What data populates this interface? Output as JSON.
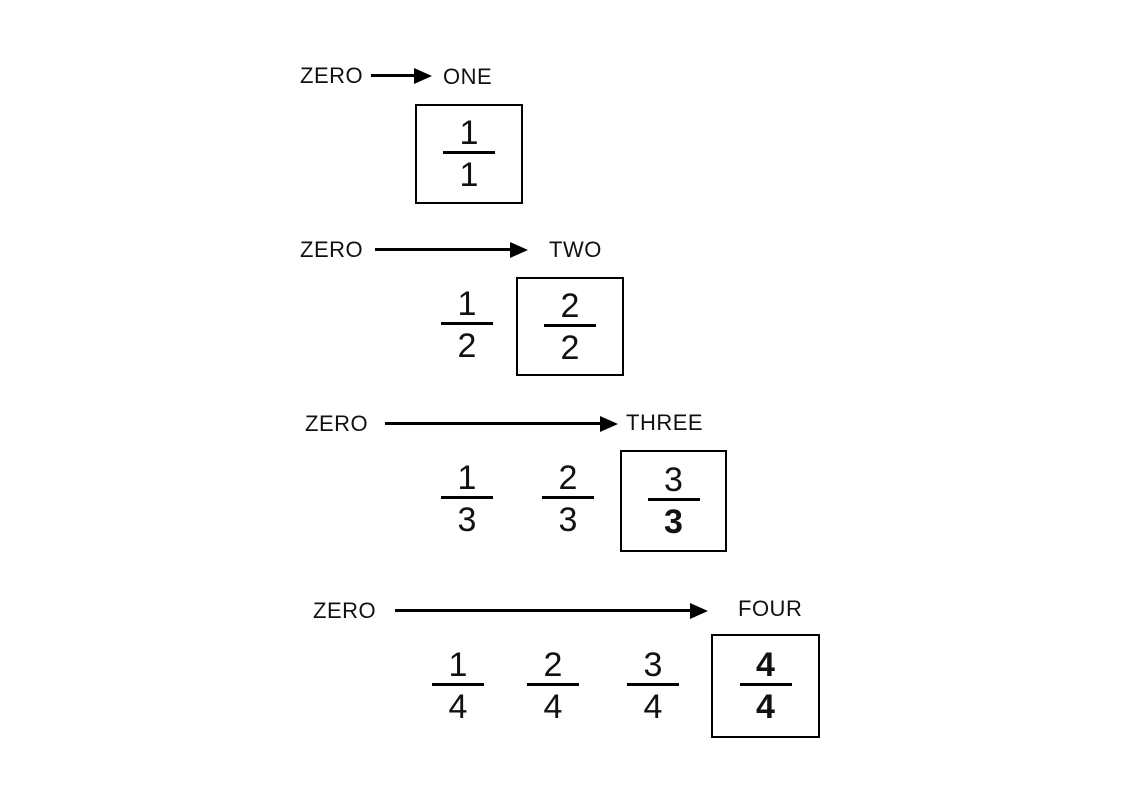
{
  "canvas": {
    "background_color": "#ffffff",
    "ink_color": "#000000",
    "description": "Fractions equal to one whole diagram: number-line style rows from ZERO to a whole number with unit fraction counts"
  },
  "icons": {
    "arrow_right_icon": "right-pointing solid arrow (line with triangle head)"
  },
  "rows": [
    {
      "start_label": "ZERO",
      "end_label": "ONE",
      "fractions": [
        {
          "numerator": "1",
          "denominator": "1",
          "boxed": true
        }
      ]
    },
    {
      "start_label": "ZERO",
      "end_label": "TWO",
      "fractions": [
        {
          "numerator": "1",
          "denominator": "2",
          "boxed": false
        },
        {
          "numerator": "2",
          "denominator": "2",
          "boxed": true
        }
      ]
    },
    {
      "start_label": "ZERO",
      "end_label": "THREE",
      "fractions": [
        {
          "numerator": "1",
          "denominator": "3",
          "boxed": false
        },
        {
          "numerator": "2",
          "denominator": "3",
          "boxed": false
        },
        {
          "numerator": "3",
          "denominator": "3",
          "boxed": true
        }
      ]
    },
    {
      "start_label": "ZERO",
      "end_label": "FOUR",
      "fractions": [
        {
          "numerator": "1",
          "denominator": "4",
          "boxed": false
        },
        {
          "numerator": "2",
          "denominator": "4",
          "boxed": false
        },
        {
          "numerator": "3",
          "denominator": "4",
          "boxed": false
        },
        {
          "numerator": "4",
          "denominator": "4",
          "boxed": true
        }
      ]
    }
  ]
}
